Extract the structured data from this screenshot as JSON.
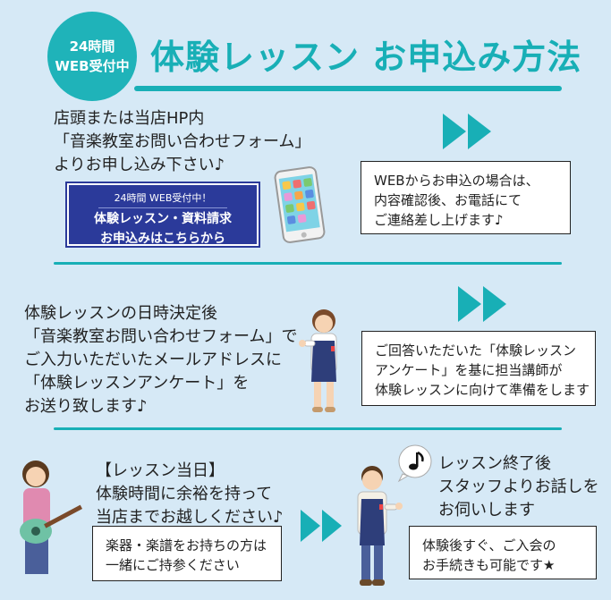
{
  "badge": {
    "line1": "24時間",
    "line2": "WEB受付中"
  },
  "title": "体験レッスン お申込み方法",
  "step1": {
    "text": [
      "店頭または当店HP内",
      "「音楽教室お問い合わせフォーム」",
      "よりお申し込み下さい♪"
    ],
    "button": {
      "small": "24時間 WEB受付中！",
      "line1": "体験レッスン・資料請求",
      "line2": "お申込みはこちらから"
    },
    "note": [
      "WEBからお申込の場合は、",
      "内容確認後、お電話にて",
      "ご連絡差し上げます♪"
    ]
  },
  "step2": {
    "text": [
      "体験レッスンの日時決定後",
      "「音楽教室お問い合わせフォーム」で",
      "ご入力いただいたメールアドレスに",
      "「体験レッスンアンケート」を",
      "お送り致します♪"
    ],
    "note": [
      "ご回答いただいた「体験レッスン",
      "アンケート」を基に担当講師が",
      "体験レッスンに向けて準備をします"
    ]
  },
  "step3": {
    "text": [
      "【レッスン当日】",
      "体験時間に余裕を持って",
      "当店までお越しください♪"
    ],
    "box": [
      "楽器・楽譜をお持ちの方は",
      "一緒にご持参ください"
    ],
    "after": [
      "レッスン終了後",
      "スタッフよりお話しを",
      "お伺いします"
    ],
    "note": [
      "体験後すぐ、ご入会の",
      "お手続きも可能です★"
    ]
  },
  "colors": {
    "accent": "#18afb6",
    "background": "#d6e9f6",
    "button": "#2b3a9a"
  }
}
